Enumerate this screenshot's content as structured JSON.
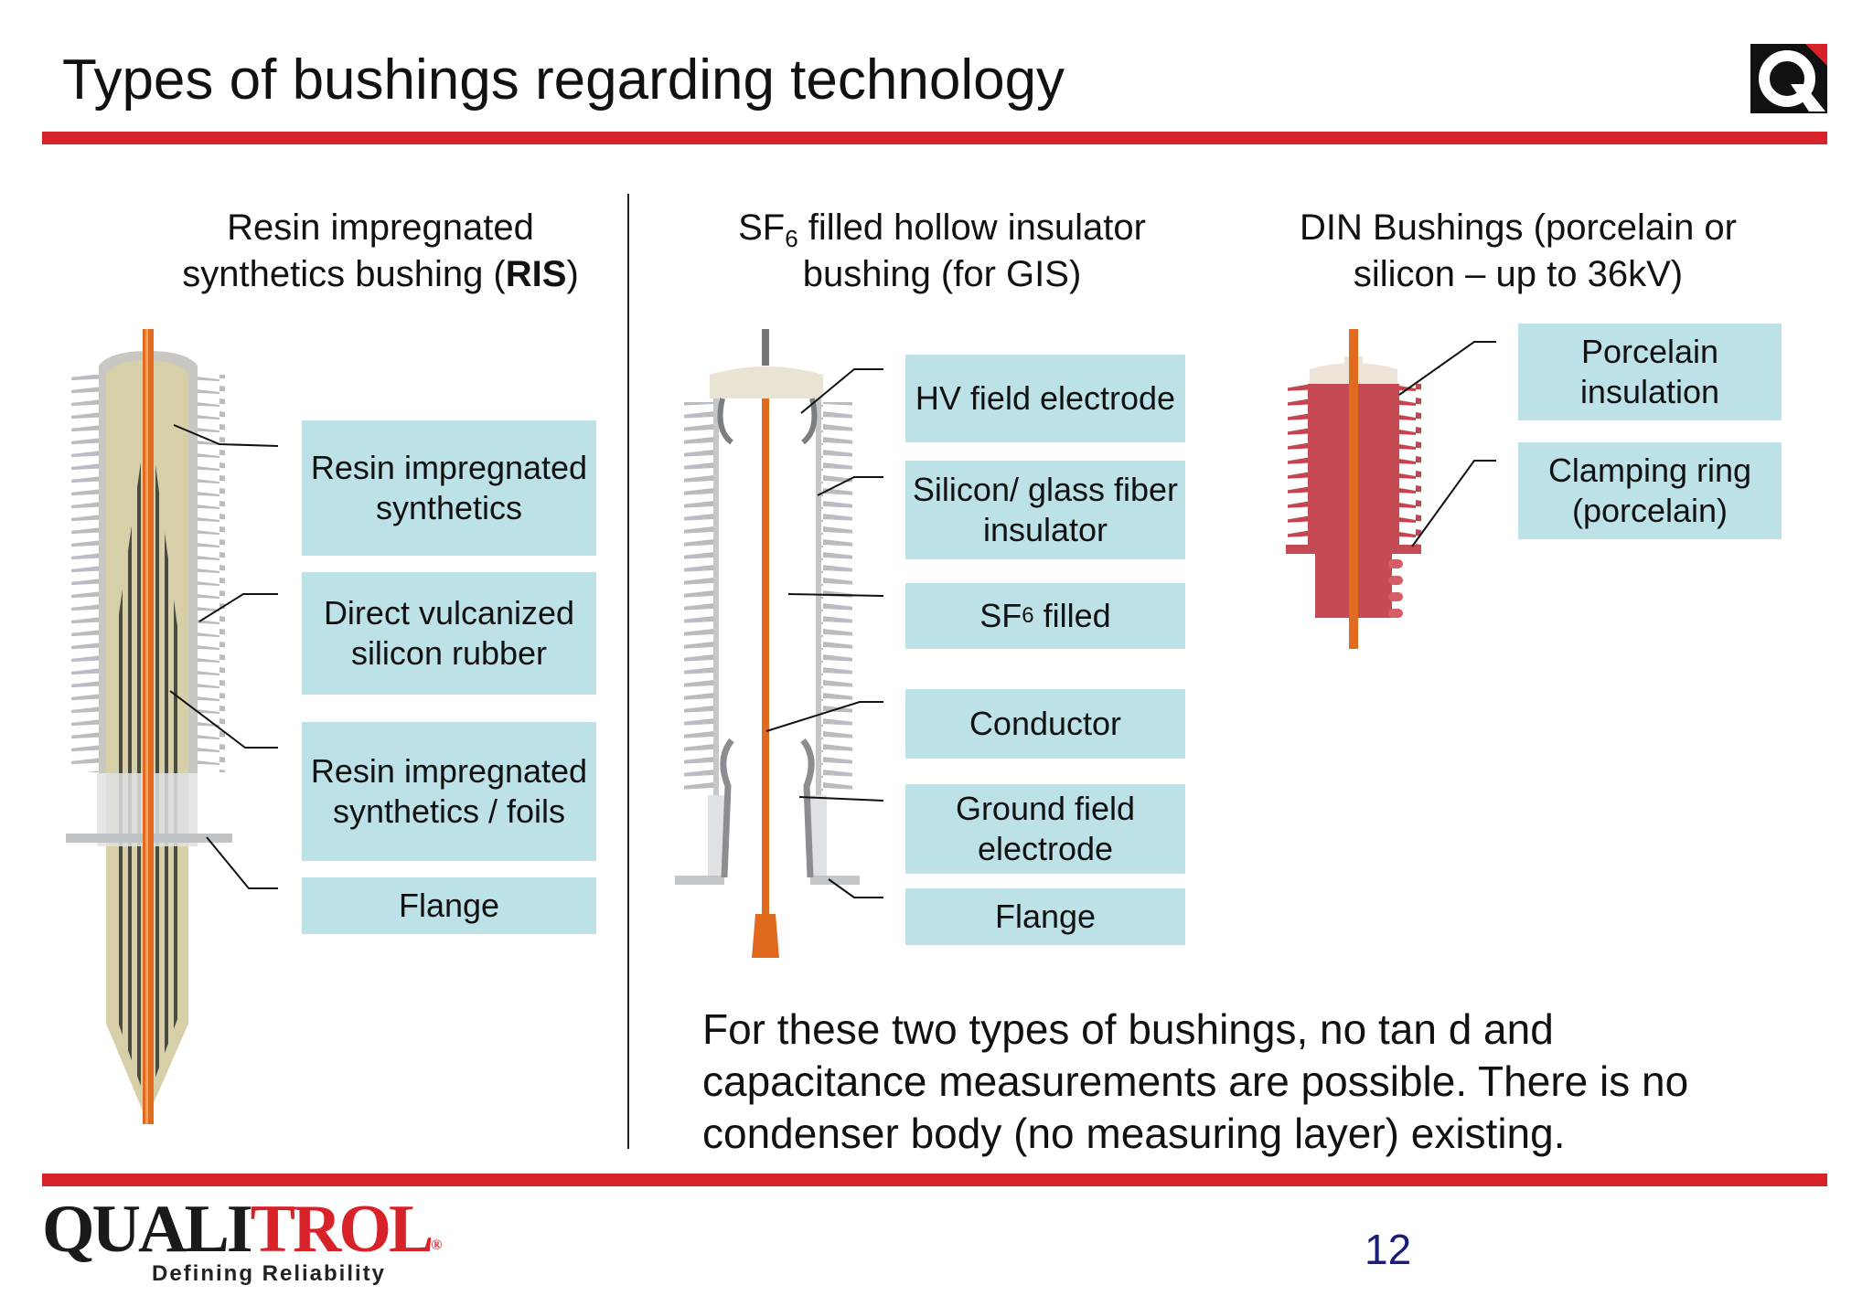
{
  "slide": {
    "title": "Types of bushings regarding technology",
    "page_number": "12",
    "colors": {
      "accent_red": "#d7222a",
      "label_bg": "#bce1e6",
      "page_number": "#1c1c78"
    }
  },
  "columns": {
    "ris": {
      "heading_line1": "Resin impregnated",
      "heading_line2_pre": "synthetics bushing (",
      "heading_bold": "RIS",
      "heading_line2_post": ")",
      "labels": [
        "Resin impregnated synthetics",
        "Direct vulcanized silicon rubber",
        "Resin impregnated synthetics / foils",
        "Flange"
      ]
    },
    "gis": {
      "heading_sf": "SF",
      "heading_sub": "6",
      "heading_line1_rest": " filled hollow insulator",
      "heading_line2": "bushing (for GIS)",
      "labels": {
        "hv_field_electrode": "HV field electrode",
        "insulator": "Silicon/ glass fiber insulator",
        "sf_pre": "SF",
        "sf_sub": "6",
        "sf_post": " filled",
        "conductor": "Conductor",
        "ground_field_electrode": "Ground field electrode",
        "flange": "Flange"
      }
    },
    "din": {
      "heading_line1": "DIN Bushings (porcelain or",
      "heading_line2": "silicon – up to 36kV)",
      "labels": [
        "Porcelain insulation",
        "Clamping ring (porcelain)"
      ]
    }
  },
  "note": "For these two types of bushings, no tan d and capacitance measurements are possible. There is no condenser body (no measuring layer) existing.",
  "brand": {
    "name_black": "QUALI",
    "name_red": "TROL",
    "registered": "®",
    "tagline": "Defining Reliability"
  },
  "icons": [
    "qualitrol-q-logo-icon"
  ]
}
